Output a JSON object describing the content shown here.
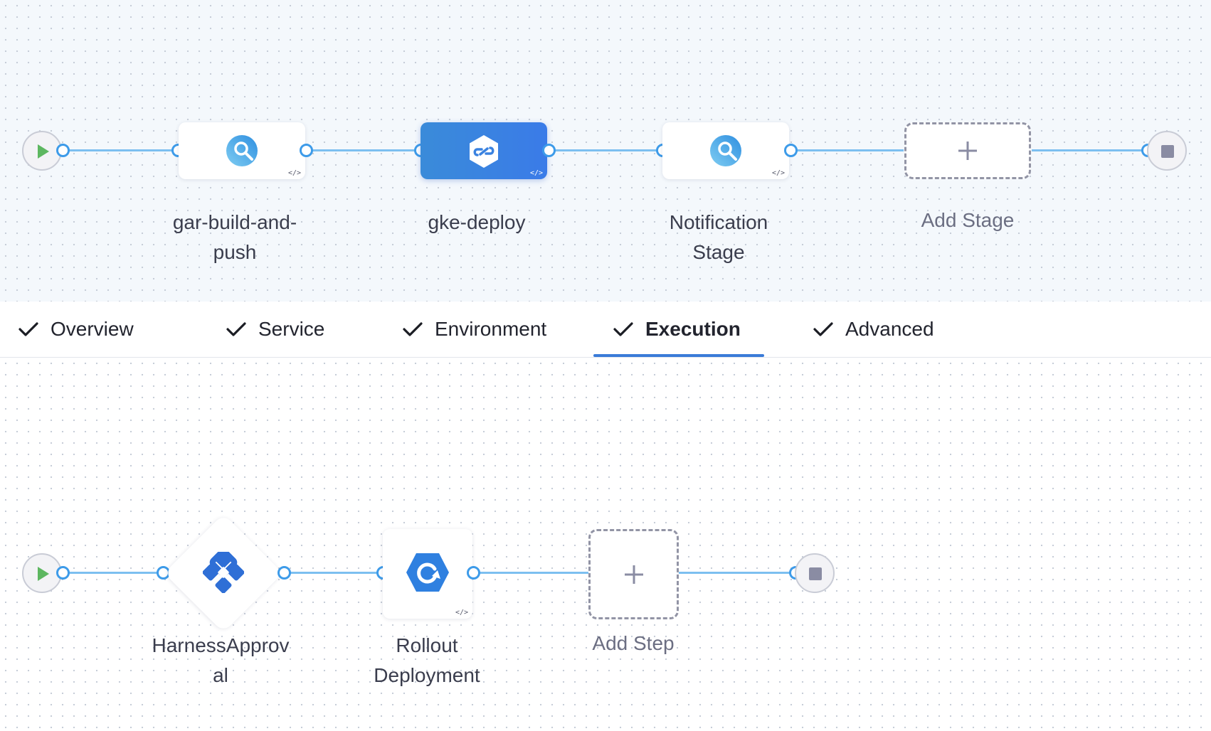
{
  "pipeline": {
    "stages": [
      {
        "name": "gar-build-and-push",
        "line1": "gar-build-and-",
        "line2": "push",
        "icon": "ci-build-icon"
      },
      {
        "name": "gke-deploy",
        "line1": "gke-deploy",
        "line2": "",
        "icon": "deploy-icon",
        "selected": true
      },
      {
        "name": "Notification Stage",
        "line1": "Notification",
        "line2": "Stage",
        "icon": "ci-build-icon"
      }
    ],
    "add_stage_label": "Add Stage",
    "code_tag": "</>"
  },
  "tabs": [
    {
      "label": "Overview"
    },
    {
      "label": "Service"
    },
    {
      "label": "Environment"
    },
    {
      "label": "Execution",
      "active": true
    },
    {
      "label": "Advanced"
    }
  ],
  "execution": {
    "steps": [
      {
        "name": "HarnessApproval",
        "line1": "HarnessApprov",
        "line2": "al",
        "icon": "harness-approval-icon"
      },
      {
        "name": "Rollout Deployment",
        "line1": "Rollout",
        "line2": "Deployment",
        "icon": "k8s-rollout-icon"
      }
    ],
    "add_step_label": "Add Step"
  },
  "colors": {
    "accent": "#3a7bd8",
    "connector": "#7cbff0",
    "port": "#3d9be9",
    "start": "#42ab45",
    "stop": "#8a8ca3"
  }
}
